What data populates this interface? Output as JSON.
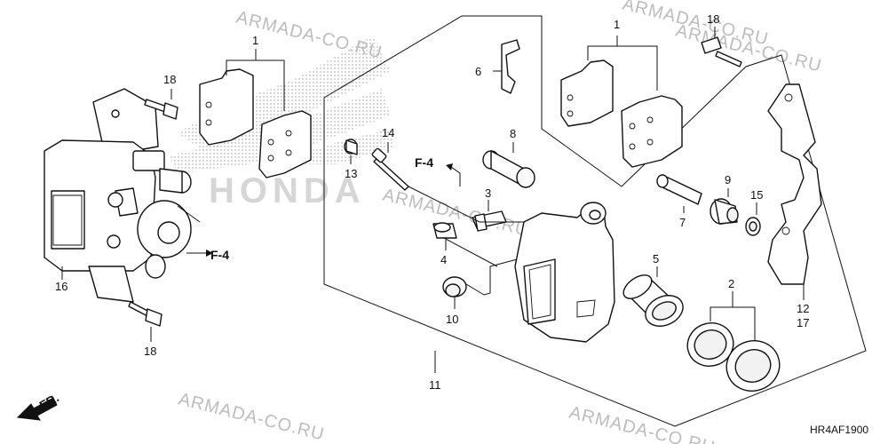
{
  "watermarks": [
    "ARMADA-CO.RU",
    "ARMADA-CO.RU",
    "ARMADA-CO.RU",
    "ARMADA-CO.RU",
    "ARMADA-CO.RU",
    "ARMADA-CO.RU"
  ],
  "brand_watermark": "HONDA",
  "callouts": {
    "c1a": "1",
    "c1b": "1",
    "c2": "2",
    "c3": "3",
    "c4": "4",
    "c5": "5",
    "c6": "6",
    "c7": "7",
    "c8": "8",
    "c9": "9",
    "c10": "10",
    "c11": "11",
    "c12": "12",
    "c13": "13",
    "c14": "14",
    "c15": "15",
    "c16": "16",
    "c17": "17",
    "c18a": "18",
    "c18b": "18",
    "c18c": "18"
  },
  "refs": {
    "f4a": "F-4",
    "f4b": "F-4"
  },
  "direction_label": "FR.",
  "diagram_code": "HR4AF1900"
}
